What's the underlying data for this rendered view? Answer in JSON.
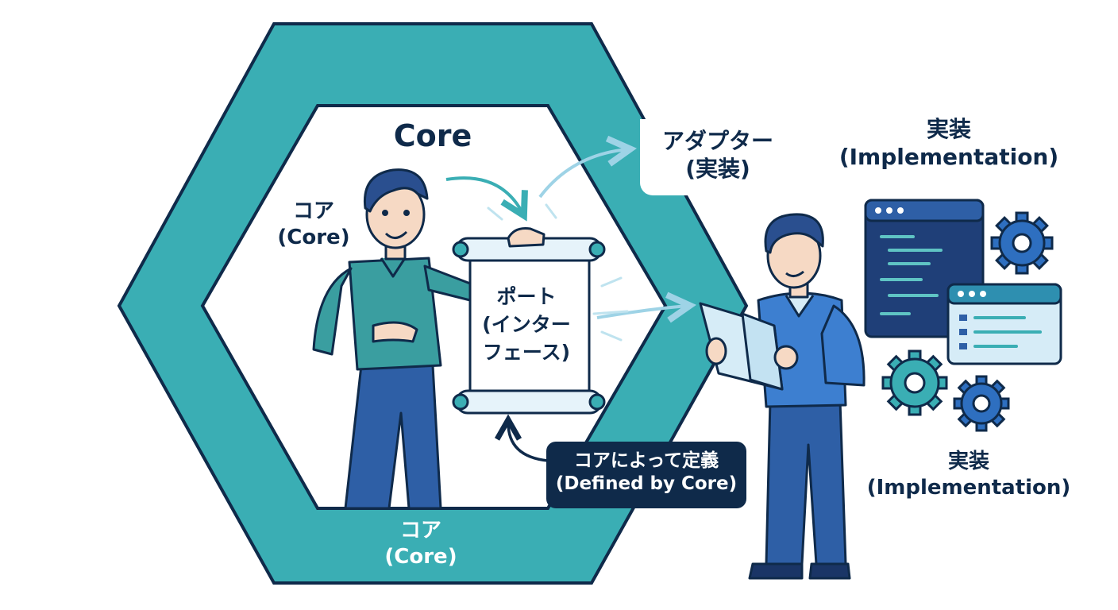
{
  "labels": {
    "core_title": "Core",
    "core_inner_jp": "コア",
    "core_inner_en": "(Core)",
    "core_bottom_jp": "コア",
    "core_bottom_en": "(Core)",
    "port_line1": "ポート",
    "port_line2": "(インター",
    "port_line3": "フェース)",
    "adapter_jp": "アダプター",
    "adapter_sub": "(実装)",
    "impl_top_jp": "実装",
    "impl_top_en": "(Implementation)",
    "impl_bottom_jp": "実装",
    "impl_bottom_en": "(Implementation)",
    "defined_jp": "コアによって定義",
    "defined_en": "(Defined by Core)"
  },
  "colors": {
    "hex_teal": "#3aaeb4",
    "navy": "#0f2a4a",
    "blue": "#2e5fa6",
    "teal_shirt": "#3a9ea0",
    "light_blue": "#d6ecf7"
  }
}
